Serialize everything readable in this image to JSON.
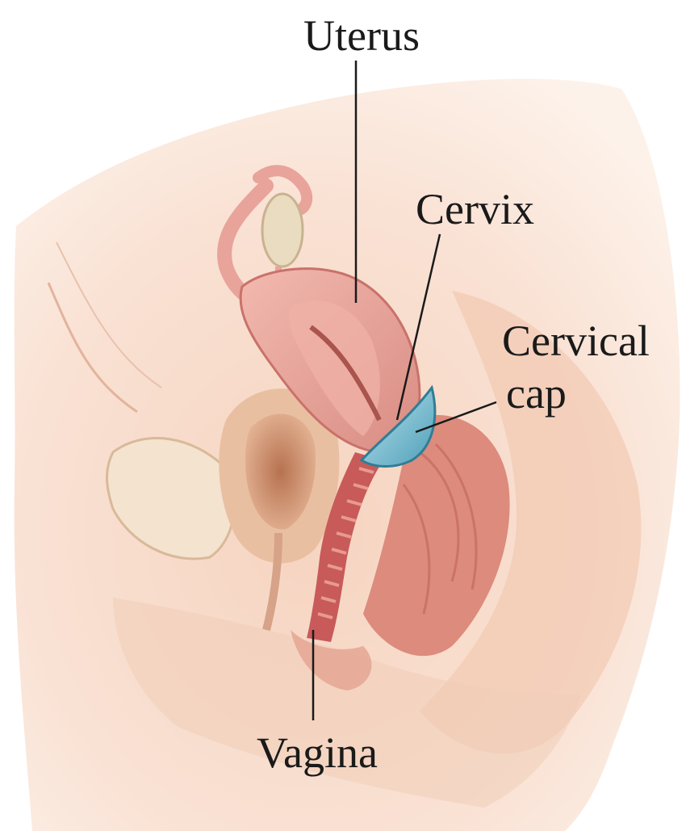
{
  "labels": {
    "uterus": "Uterus",
    "cervix": "Cervix",
    "cervical_cap_line1": "Cervical",
    "cervical_cap_line2": "cap",
    "vagina": "Vagina"
  },
  "colors": {
    "skin_light": "#fbe6d9",
    "skin_mid": "#f3cdb5",
    "skin_shadow": "#e6ad90",
    "uterus_pink": "#e8a39a",
    "uterus_dark": "#c9726a",
    "vaginal_canal": "#c85a5a",
    "cap_blue": "#7fc3d6",
    "bladder": "#f2dcc6",
    "rectum_tissue": "#d88a78",
    "ovary": "#e9dcc0",
    "text": "#1a1a1a"
  }
}
